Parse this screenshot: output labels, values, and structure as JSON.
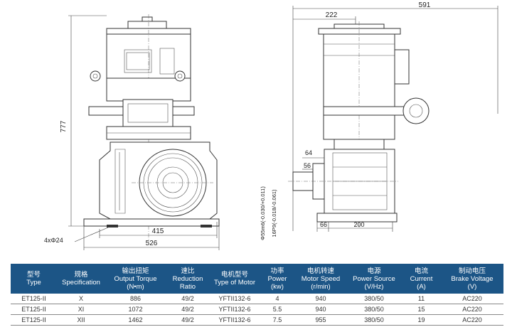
{
  "dimensions": {
    "front": {
      "height": "777",
      "base_inner": "415",
      "base_outer": "526",
      "holes": "4xΦ24"
    },
    "side": {
      "overall": "591",
      "top_offset": "222",
      "d64": "64",
      "d56": "56",
      "d66": "66",
      "d200": "200",
      "shaft": "Φ55m6(-0.030/+0.011)",
      "key": "16P9(-0.018/-0.061)"
    }
  },
  "table": {
    "headers": [
      {
        "cn": "型号",
        "en": [
          "Type"
        ]
      },
      {
        "cn": "规格",
        "en": [
          "Specification"
        ]
      },
      {
        "cn": "输出扭矩",
        "en": [
          "Output Torque",
          "(N•m)"
        ]
      },
      {
        "cn": "速比",
        "en": [
          "Reduction",
          "Ratio"
        ]
      },
      {
        "cn": "电机型号",
        "en": [
          "Type of Motor"
        ]
      },
      {
        "cn": "功率",
        "en": [
          "Power",
          "(kw)"
        ]
      },
      {
        "cn": "电机转速",
        "en": [
          "Motor Speed",
          "(r/min)"
        ]
      },
      {
        "cn": "电源",
        "en": [
          "Power Source",
          "(V/Hz)"
        ]
      },
      {
        "cn": "电流",
        "en": [
          "Current",
          "(A)"
        ]
      },
      {
        "cn": "制动电压",
        "en": [
          "Brake Voltage",
          "(V)"
        ]
      }
    ],
    "rows": [
      [
        "ET125-II",
        "X",
        "886",
        "49/2",
        "YFTII132-6",
        "4",
        "940",
        "380/50",
        "11",
        "AC220"
      ],
      [
        "ET125-II",
        "XI",
        "1072",
        "49/2",
        "YFTII132-6",
        "5.5",
        "940",
        "380/50",
        "15",
        "AC220"
      ],
      [
        "ET125-II",
        "XII",
        "1462",
        "49/2",
        "YFTII132-6",
        "7.5",
        "955",
        "380/50",
        "19",
        "AC220"
      ]
    ]
  },
  "colors": {
    "header_bg": "#1c5586",
    "header_text": "#ffffff"
  }
}
